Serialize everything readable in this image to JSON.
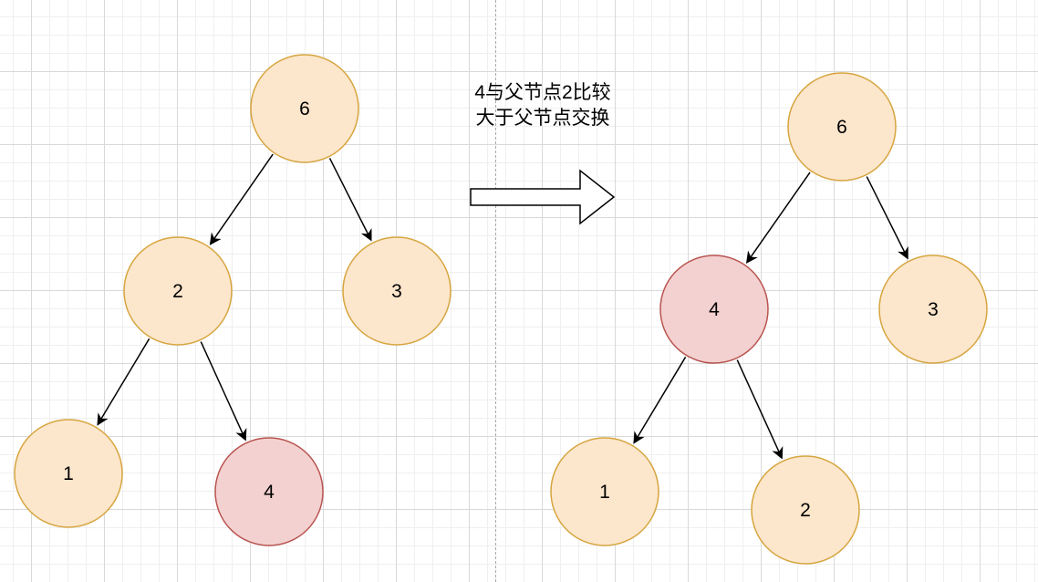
{
  "caption": {
    "line1": "4与父节点2比较",
    "line2": "大于父节点交换"
  },
  "colors": {
    "normal_fill": "#fce6cc",
    "normal_stroke": "#d6a53e",
    "highlight_fill": "#f3d1d0",
    "highlight_stroke": "#b85450",
    "edge": "#000000"
  },
  "trees": [
    {
      "name": "before",
      "nodes": [
        {
          "id": "n6",
          "label": "6",
          "highlight": false
        },
        {
          "id": "n2",
          "label": "2",
          "highlight": false
        },
        {
          "id": "n3",
          "label": "3",
          "highlight": false
        },
        {
          "id": "n1",
          "label": "1",
          "highlight": false
        },
        {
          "id": "n4",
          "label": "4",
          "highlight": true
        }
      ],
      "edges": [
        {
          "from": "n6",
          "to": "n2"
        },
        {
          "from": "n6",
          "to": "n3"
        },
        {
          "from": "n2",
          "to": "n1"
        },
        {
          "from": "n2",
          "to": "n4"
        }
      ]
    },
    {
      "name": "after",
      "nodes": [
        {
          "id": "m6",
          "label": "6",
          "highlight": false
        },
        {
          "id": "m4",
          "label": "4",
          "highlight": true
        },
        {
          "id": "m3",
          "label": "3",
          "highlight": false
        },
        {
          "id": "m1",
          "label": "1",
          "highlight": false
        },
        {
          "id": "m2",
          "label": "2",
          "highlight": false
        }
      ],
      "edges": [
        {
          "from": "m6",
          "to": "m4"
        },
        {
          "from": "m6",
          "to": "m3"
        },
        {
          "from": "m4",
          "to": "m1"
        },
        {
          "from": "m4",
          "to": "m2"
        }
      ]
    }
  ]
}
